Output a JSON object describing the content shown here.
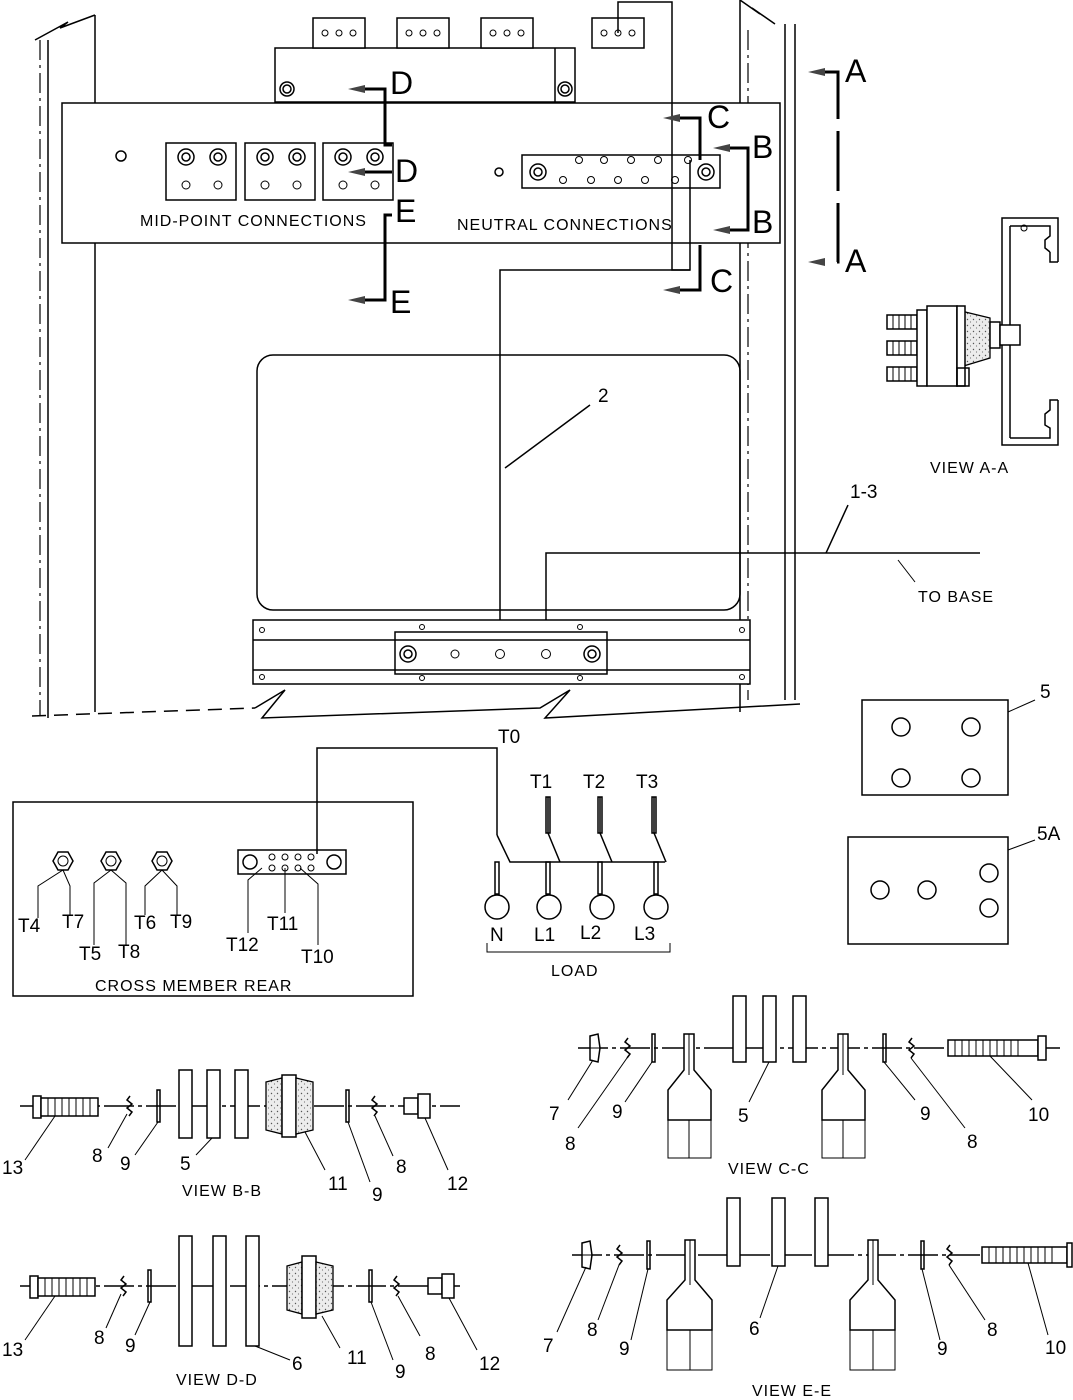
{
  "panel": {
    "midpoint_label": "MID-POINT CONNECTIONS",
    "neutral_label": "NEUTRAL CONNECTIONS",
    "to_base": "TO BASE",
    "callout_2": "2",
    "callout_1_3": "1-3"
  },
  "section_markers": {
    "a_top": "A",
    "a_bottom": "A",
    "b_top": "B",
    "b_bottom": "B",
    "c_top": "C",
    "c_bottom": "C",
    "d_top": "D",
    "d_bottom": "D",
    "e_top": "E",
    "e_bottom": "E"
  },
  "view_aa": {
    "title": "VIEW A-A"
  },
  "plates": {
    "p5": "5",
    "p5a": "5A"
  },
  "cross_member": {
    "title": "CROSS MEMBER REAR",
    "t4": "T4",
    "t7": "T7",
    "t5": "T5",
    "t8": "T8",
    "t6": "T6",
    "t9": "T9",
    "t12": "T12",
    "t11": "T11",
    "t10": "T10"
  },
  "load": {
    "t0": "T0",
    "t1": "T1",
    "t2": "T2",
    "t3": "T3",
    "n": "N",
    "l1": "L1",
    "l2": "L2",
    "l3": "L3",
    "title": "LOAD"
  },
  "view_bb": {
    "title": "VIEW B-B",
    "c13": "13",
    "c8a": "8",
    "c9a": "9",
    "c5": "5",
    "c11": "11",
    "c9b": "9",
    "c8b": "8",
    "c12": "12"
  },
  "view_cc": {
    "title": "VIEW C-C",
    "c7": "7",
    "c8a": "8",
    "c9a": "9",
    "c5": "5",
    "c9b": "9",
    "c8b": "8",
    "c10": "10"
  },
  "view_dd": {
    "title": "VIEW D-D",
    "c13": "13",
    "c8a": "8",
    "c9a": "9",
    "c6": "6",
    "c11": "11",
    "c9b": "9",
    "c8b": "8",
    "c12": "12"
  },
  "view_ee": {
    "title": "VIEW E-E",
    "c7": "7",
    "c8a": "8",
    "c9a": "9",
    "c6": "6",
    "c9b": "9",
    "c8b": "8",
    "c10": "10"
  }
}
